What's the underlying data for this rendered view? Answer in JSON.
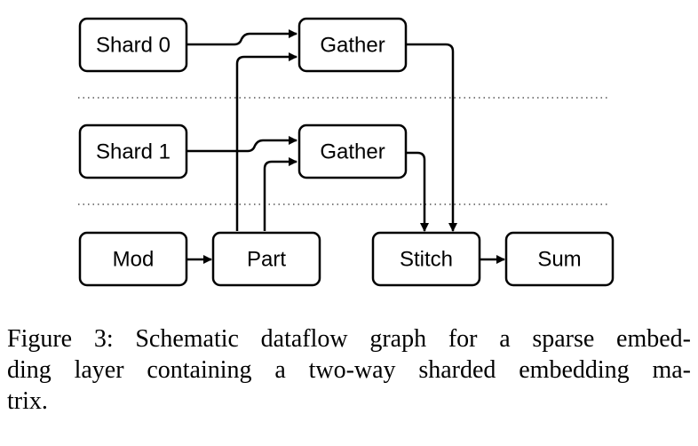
{
  "diagram": {
    "nodes": {
      "shard0": "Shard 0",
      "gather0": "Gather",
      "shard1": "Shard 1",
      "gather1": "Gather",
      "mod": "Mod",
      "part": "Part",
      "stitch": "Stitch",
      "sum": "Sum"
    }
  },
  "caption": {
    "line1": "Figure 3: Schematic dataflow graph for a sparse embed-",
    "line2": "ding layer containing a two-way sharded embedding ma-",
    "line3": "trix."
  }
}
